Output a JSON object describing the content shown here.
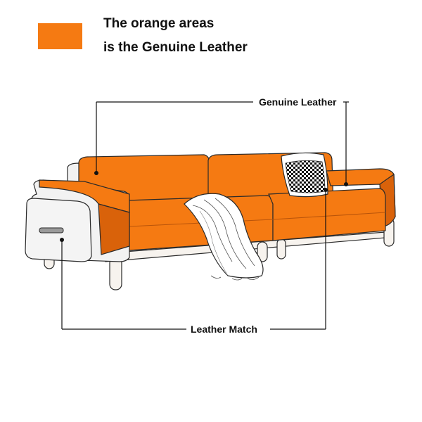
{
  "legend": {
    "line1": "The orange areas",
    "line2": "is the Genuine Leather",
    "swatch_color": "#F57A12"
  },
  "callouts": {
    "genuine_leather": "Genuine Leather",
    "leather_match": "Leather Match"
  },
  "colors": {
    "leather": "#F57A12",
    "leather_dark": "#D9620A",
    "outline": "#2a2a2a",
    "frame": "#f2f2f2",
    "wood": "#f7f3ee"
  },
  "icons": {
    "pillow": "houndstooth-pillow",
    "throw": "draped-throw-blanket"
  }
}
